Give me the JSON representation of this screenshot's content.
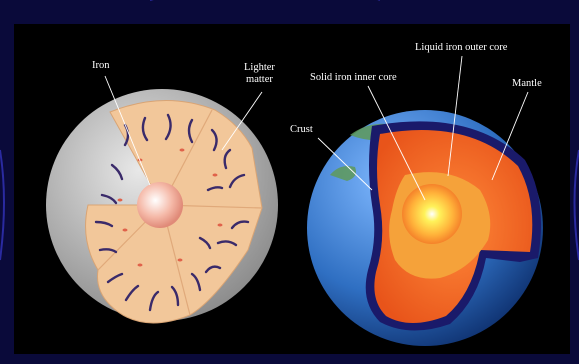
{
  "labels": {
    "iron": "Iron",
    "lighter_matter_1": "Lighter",
    "lighter_matter_2": "matter",
    "crust": "Crust",
    "solid_inner_core": "Solid iron inner core",
    "liquid_outer_core": "Liquid iron outer core",
    "mantle": "Mantle"
  },
  "colors": {
    "slide_background": "#0a0a3a",
    "panel_background": "#000000",
    "accent_arcs": "#2a2aa0",
    "planetesimal_shell": "#c9c9c9",
    "planetesimal_interior": "#f2c79a",
    "iron_core": "#f5b9a8",
    "iron_streaks": "#3a2a6a",
    "ocean": "#2f6fc2",
    "mantle": "#f06a1a",
    "outer_core": "#f5a23a",
    "inner_core": "#fff25a",
    "crust_band": "#1a1a6a"
  }
}
